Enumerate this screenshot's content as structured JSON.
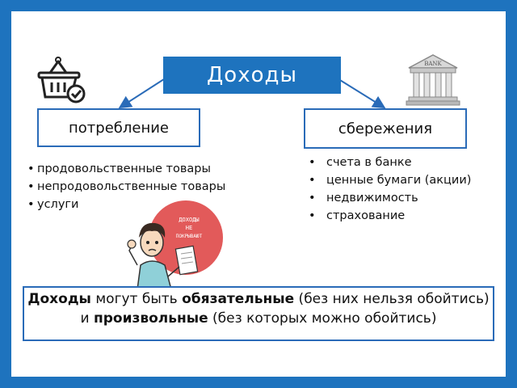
{
  "diagram": {
    "title": "Доходы",
    "left_branch": {
      "label": "потребление",
      "items": [
        "продовольственные товары",
        "непродовольственные товары",
        "услуги"
      ]
    },
    "right_branch": {
      "label": "сбережения",
      "items": [
        "счета в банке",
        "ценные бумаги (акции)",
        "недвижимость",
        "страхование"
      ]
    },
    "bank_sign": "BANK",
    "illustration_sign": [
      "ДОХОДЫ",
      "НЕ",
      "ПОКРЫВАЮТ"
    ],
    "note": {
      "line1": [
        {
          "text": "Доходы",
          "bold": true
        },
        {
          "text": " могут быть ",
          "bold": false
        },
        {
          "text": "обязательные",
          "bold": true
        },
        {
          "text": " (без них нельзя обойтись)",
          "bold": false
        }
      ],
      "line2": [
        {
          "text": "и ",
          "bold": false
        },
        {
          "text": "произвольные",
          "bold": true
        },
        {
          "text": " (без которых можно обойтись)",
          "bold": false
        }
      ]
    },
    "colors": {
      "frame": "#1e73be",
      "title_bg": "#1e73be",
      "arrow": "#2a6bb8",
      "bubble": "#e25a5a"
    }
  }
}
